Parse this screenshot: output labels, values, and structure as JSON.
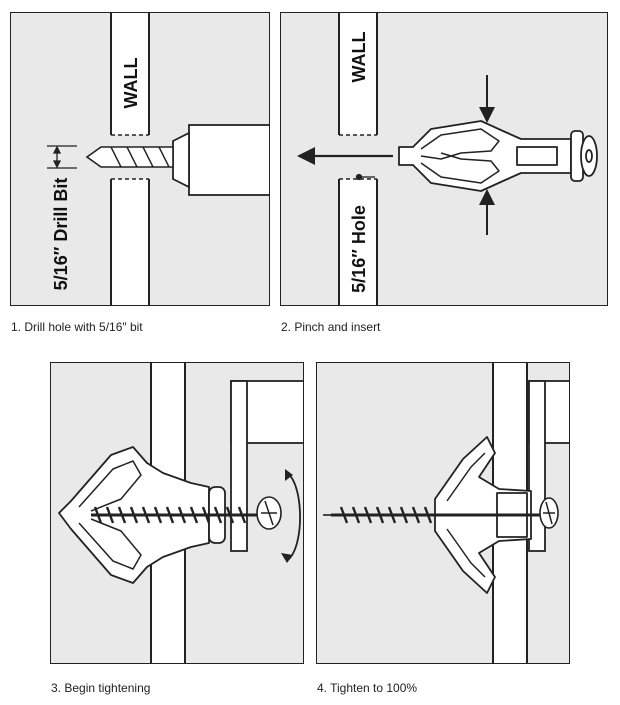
{
  "steps": [
    {
      "caption": "1. Drill hole with 5/16″ bit",
      "wall_label": "WALL",
      "side_label": "5/16″ Drill Bit"
    },
    {
      "caption": "2. Pinch and insert",
      "wall_label": "WALL",
      "side_label": "5/16″ Hole"
    },
    {
      "caption": "3. Begin tightening"
    },
    {
      "caption": "4. Tighten to 100%"
    }
  ],
  "colors": {
    "background": "#ffffff",
    "panel_fill": "#e9e9e9",
    "line": "#222222",
    "wall_fill": "#ffffff"
  }
}
